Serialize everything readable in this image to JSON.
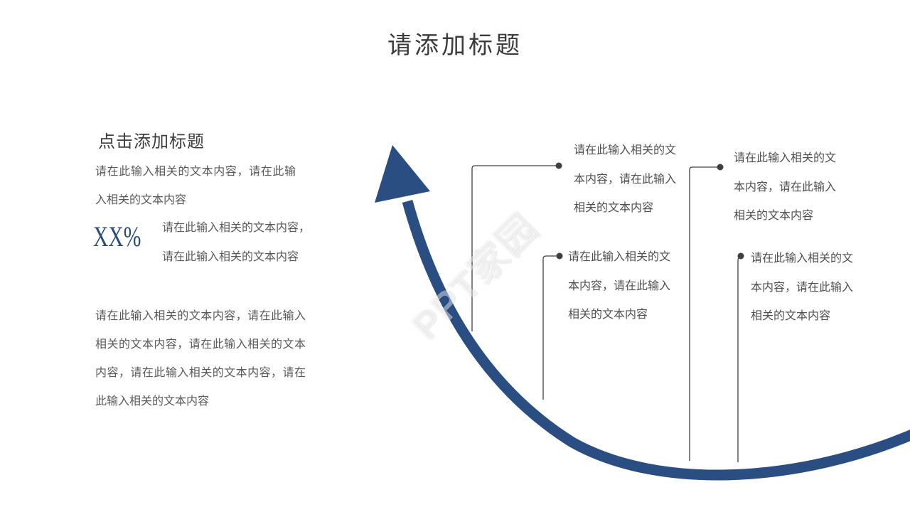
{
  "slide": {
    "title": "请添加标题",
    "left_section": {
      "heading": "点击添加标题",
      "intro": "请在此输入相关的文本内容，请在此输入相关的文本内容",
      "stat": {
        "value": "XX%",
        "caption_line1": "请在此输入相关的文本内容，",
        "caption_line2": "请在此输入相关的文本内容"
      },
      "paragraph": "请在此输入相关的文本内容，请在此输入相关的文本内容，请在此输入相关的文本内容，请在此输入相关的文本内容，请在此输入相关的文本内容"
    },
    "callouts": [
      {
        "position": "top-left",
        "text": "请在此输入相关的文本内容，请在此输入相关的文本内容"
      },
      {
        "position": "top-right",
        "text": "请在此输入相关的文本内容，请在此输入相关的文本内容"
      },
      {
        "position": "mid-left",
        "text": "请在此输入相关的文本内容，请在此输入相关的文本内容"
      },
      {
        "position": "mid-right",
        "text": "请在此输入相关的文本内容，请在此输入相关的文本内容"
      }
    ],
    "watermark": "PPT家园",
    "colors": {
      "arrow_blue": "#2a4e82",
      "stat_blue": "#2b4a78",
      "connector_gray": "#404040",
      "title_gray": "#3c3c3c",
      "body_gray": "#595959",
      "callout_gray": "#4f4f4f"
    }
  }
}
